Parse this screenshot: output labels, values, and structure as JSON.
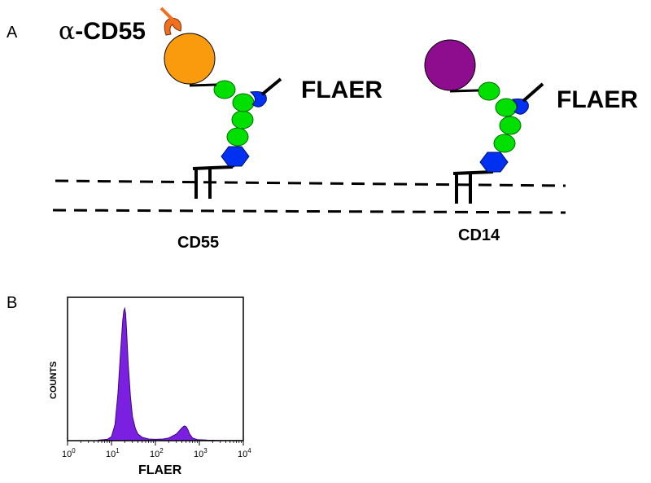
{
  "panel_a": {
    "label": "A",
    "antibody_label_alpha": "α",
    "antibody_label_rest": "-CD55",
    "flaer_left": "FLAER",
    "flaer_right": "FLAER",
    "protein_left": "CD55",
    "protein_right": "CD14",
    "colors": {
      "cd55_protein": "#F99B0C",
      "cd14_protein": "#8E0C8E",
      "glycan_bead": "#00E000",
      "anchor_hexagon": "#0030F0",
      "antibody": "#F07020"
    }
  },
  "panel_b": {
    "label": "B",
    "chart_data": {
      "type": "area",
      "xlabel": "FLAER",
      "ylabel": "COUNTS",
      "x_scale": "log",
      "xlim": [
        1,
        10000
      ],
      "x_ticks": [
        {
          "base": "10",
          "exp": "0",
          "value": 1
        },
        {
          "base": "10",
          "exp": "1",
          "value": 10
        },
        {
          "base": "10",
          "exp": "2",
          "value": 100
        },
        {
          "base": "10",
          "exp": "3",
          "value": 1000
        },
        {
          "base": "10",
          "exp": "4",
          "value": 10000
        }
      ],
      "ylim": [
        0,
        1
      ],
      "fill_color": "#7B1FE0",
      "x": [
        5,
        8,
        10,
        12,
        14,
        16,
        18,
        19,
        20,
        21,
        22,
        24,
        27,
        30,
        35,
        40,
        50,
        70,
        100,
        150,
        200,
        300,
        400,
        450,
        500,
        550,
        600,
        700,
        900,
        1500,
        3000,
        9000
      ],
      "y": [
        0.004,
        0.01,
        0.03,
        0.12,
        0.35,
        0.65,
        0.9,
        0.97,
        0.99,
        0.95,
        0.83,
        0.58,
        0.33,
        0.18,
        0.09,
        0.05,
        0.025,
        0.012,
        0.01,
        0.012,
        0.02,
        0.05,
        0.095,
        0.11,
        0.105,
        0.08,
        0.05,
        0.02,
        0.008,
        0.004,
        0.002,
        0.001
      ]
    }
  }
}
